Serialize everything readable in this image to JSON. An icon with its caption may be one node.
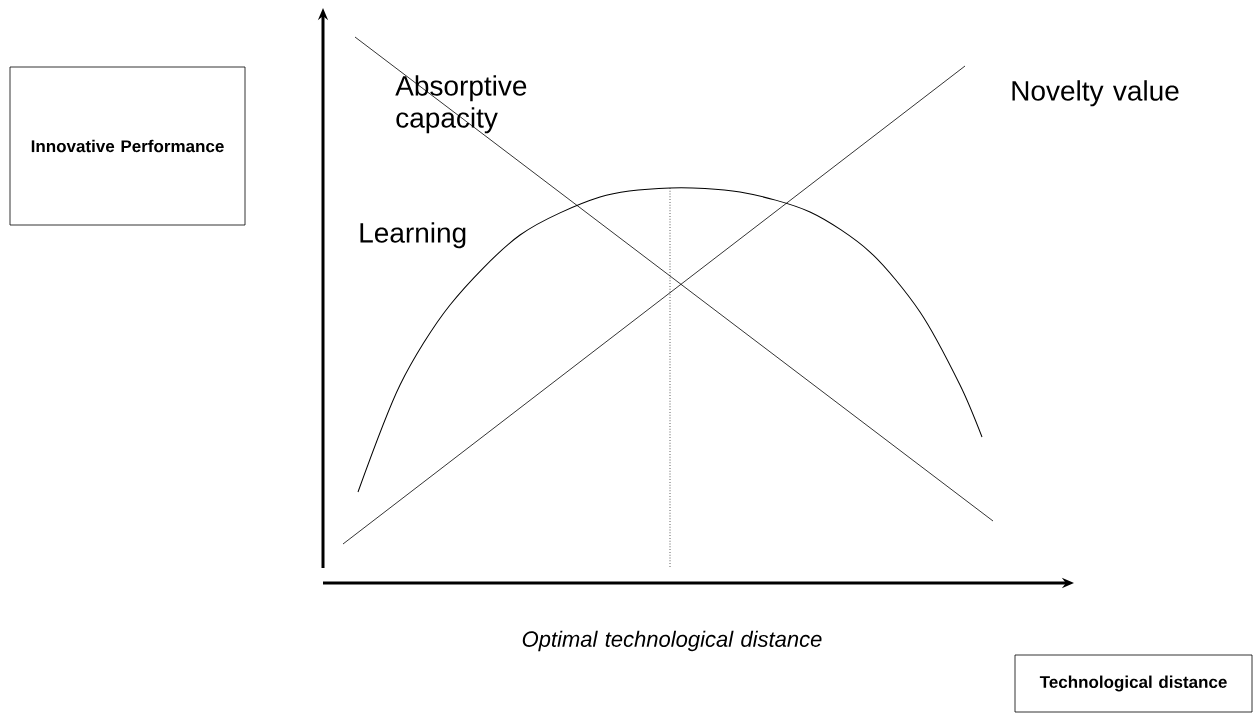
{
  "diagram": {
    "nodes": [
      {
        "text": [
          "Innovative Performance"
        ]
      },
      {
        "text": [
          "Technological distance"
        ]
      }
    ],
    "edges": [],
    "labels": [
      "Absorptive capacity",
      "Novelty value",
      "Learning",
      "Optimal technological distance"
    ]
  }
}
